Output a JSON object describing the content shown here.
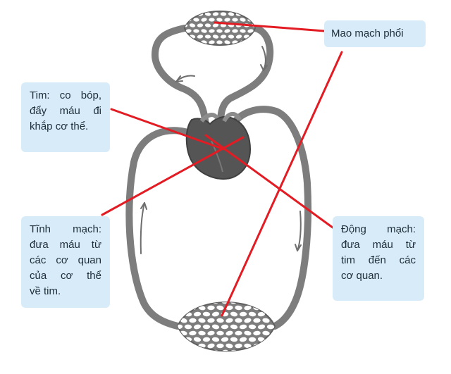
{
  "labels": {
    "pulmonary_capillaries": "Mao mạch phổi",
    "heart": [
      "Tim: co bóp,",
      "đẩy máu đi",
      "khắp cơ thể."
    ],
    "veins": [
      "Tĩnh mạch:",
      "đưa máu từ",
      "các cơ quan",
      "của cơ thể",
      "về tim."
    ],
    "arteries": [
      "Động mạch:",
      "đưa máu từ",
      "tim đến các",
      "cơ quan."
    ]
  },
  "colors": {
    "vessel": "#7d7d7d",
    "vessel_edge": "#5f5f5f",
    "heart": "#555555",
    "pointer_line": "#e31b23",
    "label_bg": "#d7ecf8",
    "arrow": "#6e6e6e"
  },
  "icons": [
    "heart-icon",
    "lung-capillary-network",
    "body-capillary-network",
    "flow-arrow"
  ]
}
